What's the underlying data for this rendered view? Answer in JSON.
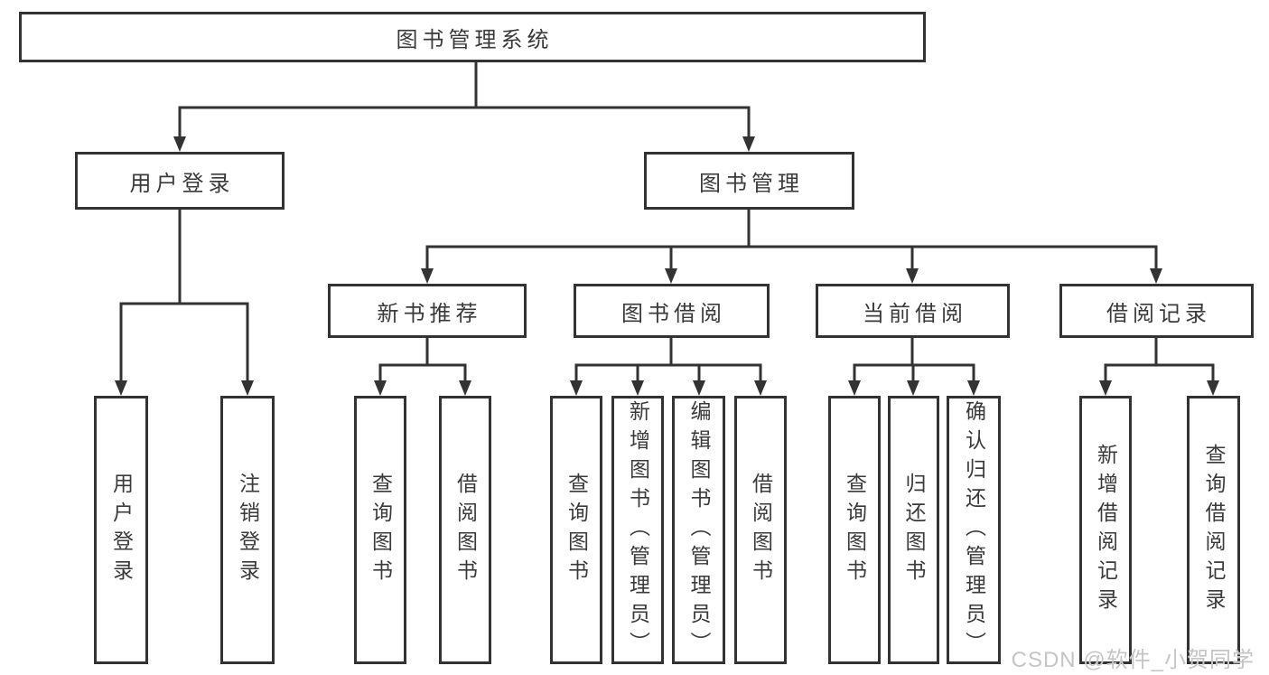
{
  "tree": {
    "root": "图书管理系统",
    "branches": [
      {
        "label": "用户登录",
        "children": [
          "用户登录",
          "注销登录"
        ]
      },
      {
        "label": "图书管理",
        "groups": [
          {
            "label": "新书推荐",
            "children": [
              "查询图书",
              "借阅图书"
            ]
          },
          {
            "label": "图书借阅",
            "children": [
              "查询图书",
              "新增图书（管理员）",
              "编辑图书（管理员）",
              "借阅图书"
            ]
          },
          {
            "label": "当前借阅",
            "children": [
              "查询图书",
              "归还图书",
              "确认归还（管理员）"
            ]
          },
          {
            "label": "借阅记录",
            "children": [
              "新增借阅记录",
              "查询借阅记录"
            ]
          }
        ]
      }
    ]
  },
  "watermark": "CSDN @软件_小贺同学",
  "colors": {
    "line": "#333333",
    "text": "#3a3a3a",
    "watermark": "#c5c5c5",
    "background": "#ffffff"
  }
}
